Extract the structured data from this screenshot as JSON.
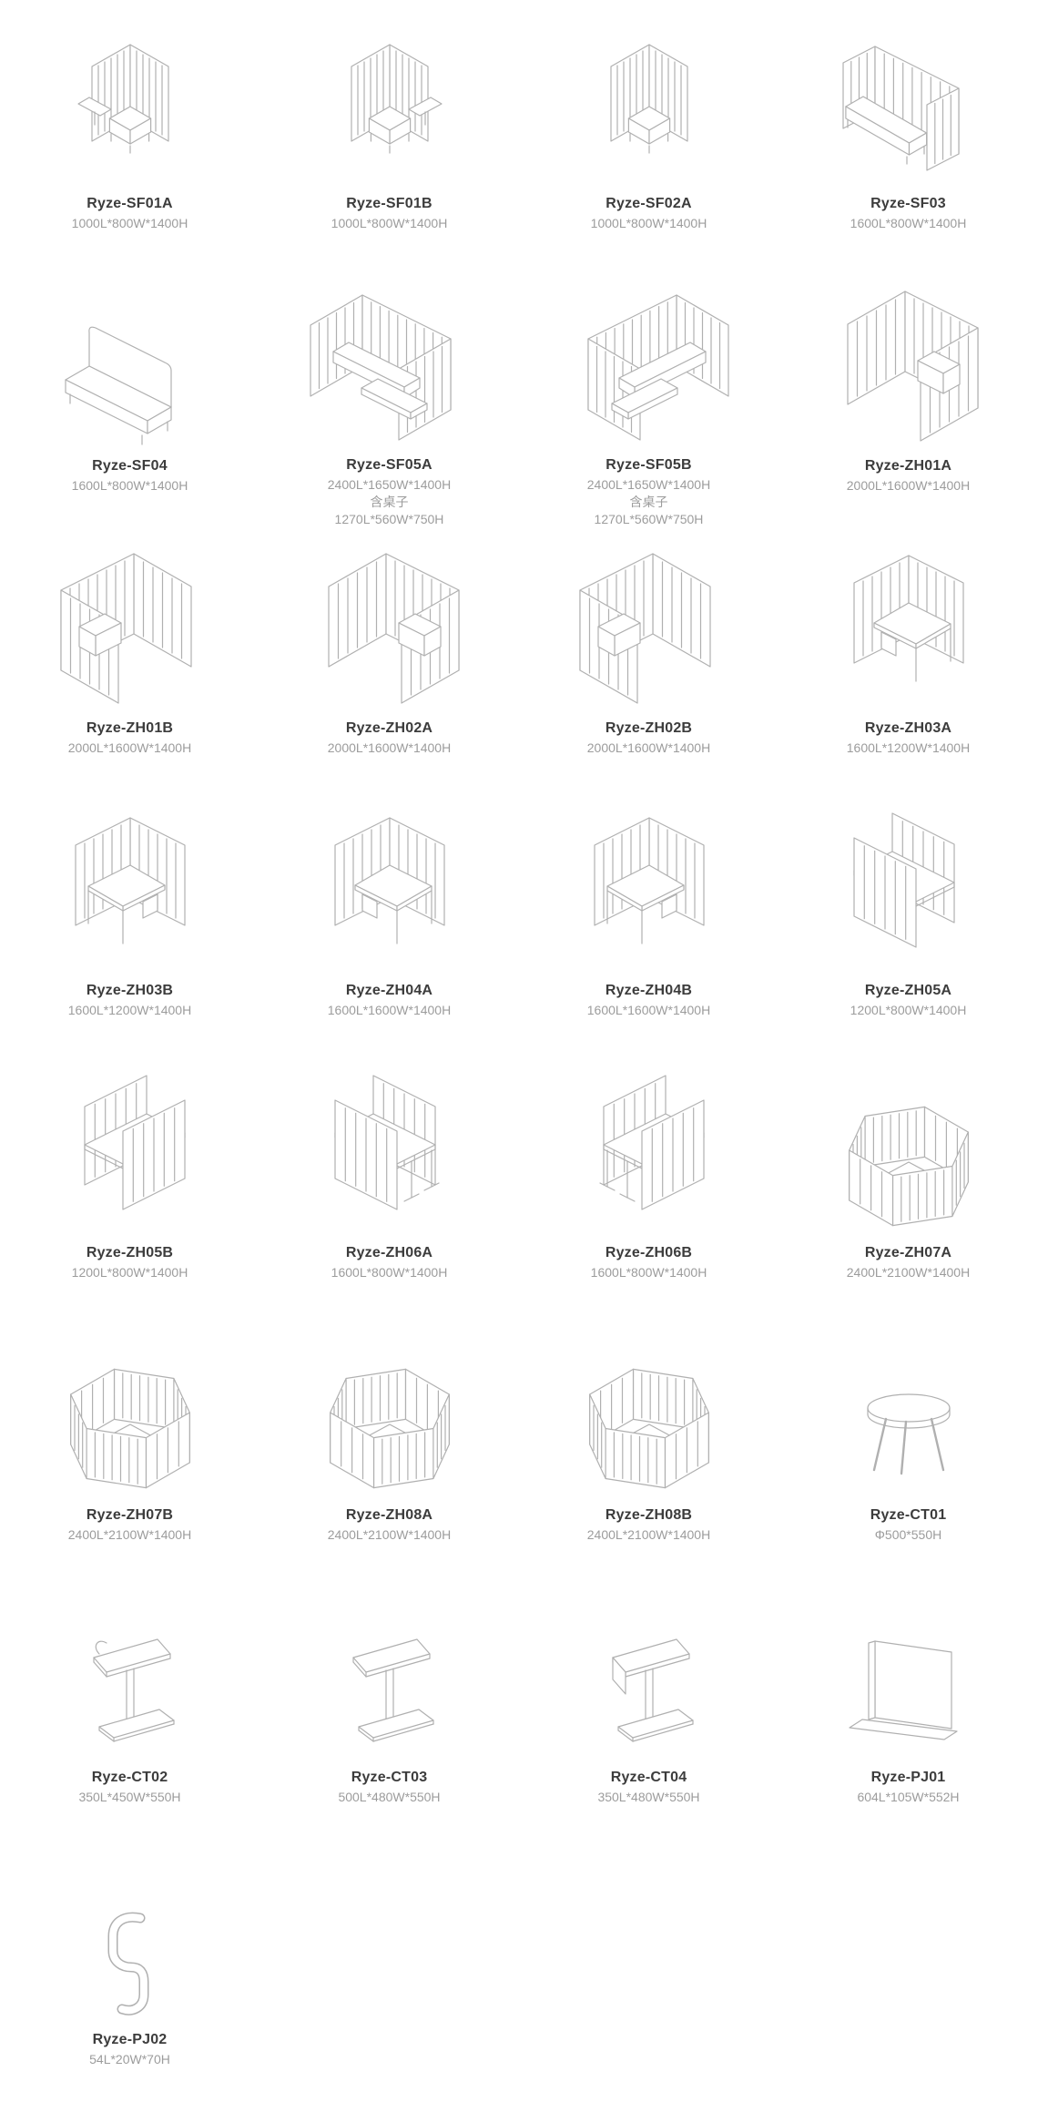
{
  "page": {
    "background": "#ffffff",
    "description": "Ryze furniture catalog grid of isometric line drawings with model codes and dimensions"
  },
  "colors": {
    "line": "#b0b0b0",
    "product_name": "#3c3c3c",
    "dimensions": "#9c9c9c"
  },
  "products": [
    {
      "name": "Ryze-SF01A",
      "dims": [
        "1000L*800W*1400H"
      ],
      "drawing": "pod-chair-icon",
      "mirrored": false
    },
    {
      "name": "Ryze-SF01B",
      "dims": [
        "1000L*800W*1400H"
      ],
      "drawing": "pod-chair-icon",
      "mirrored": true
    },
    {
      "name": "Ryze-SF02A",
      "dims": [
        "1000L*800W*1400H"
      ],
      "drawing": "pod-seat-icon",
      "mirrored": false
    },
    {
      "name": "Ryze-SF03",
      "dims": [
        "1600L*800W*1400H"
      ],
      "drawing": "pod-sofa-icon",
      "mirrored": false
    },
    {
      "name": "Ryze-SF04",
      "dims": [
        "1600L*800W*1400H"
      ],
      "drawing": "sofa-icon",
      "mirrored": false
    },
    {
      "name": "Ryze-SF05A",
      "dims": [
        "2400L*1650W*1400H",
        "含桌子",
        "1270L*560W*750H"
      ],
      "drawing": "booth-table-icon",
      "mirrored": false
    },
    {
      "name": "Ryze-SF05B",
      "dims": [
        "2400L*1650W*1400H",
        "含桌子",
        "1270L*560W*750H"
      ],
      "drawing": "booth-table-icon",
      "mirrored": true
    },
    {
      "name": "Ryze-ZH01A",
      "dims": [
        "2000L*1600W*1400H"
      ],
      "drawing": "enclosure-table-icon",
      "mirrored": false
    },
    {
      "name": "Ryze-ZH01B",
      "dims": [
        "2000L*1600W*1400H"
      ],
      "drawing": "enclosure-table-icon",
      "mirrored": true
    },
    {
      "name": "Ryze-ZH02A",
      "dims": [
        "2000L*1600W*1400H"
      ],
      "drawing": "enclosure-table-icon",
      "mirrored": false
    },
    {
      "name": "Ryze-ZH02B",
      "dims": [
        "2000L*1600W*1400H"
      ],
      "drawing": "enclosure-table-icon",
      "mirrored": true
    },
    {
      "name": "Ryze-ZH03A",
      "dims": [
        "1600L*1200W*1400H"
      ],
      "drawing": "corner-desk-icon",
      "mirrored": false
    },
    {
      "name": "Ryze-ZH03B",
      "dims": [
        "1600L*1200W*1400H"
      ],
      "drawing": "corner-desk-icon",
      "mirrored": true
    },
    {
      "name": "Ryze-ZH04A",
      "dims": [
        "1600L*1600W*1400H"
      ],
      "drawing": "corner-desk-icon",
      "mirrored": false
    },
    {
      "name": "Ryze-ZH04B",
      "dims": [
        "1600L*1600W*1400H"
      ],
      "drawing": "corner-desk-icon",
      "mirrored": true
    },
    {
      "name": "Ryze-ZH05A",
      "dims": [
        "1200L*800W*1400H"
      ],
      "drawing": "carrel-desk-icon",
      "mirrored": false
    },
    {
      "name": "Ryze-ZH05B",
      "dims": [
        "1200L*800W*1400H"
      ],
      "drawing": "carrel-desk-icon",
      "mirrored": true
    },
    {
      "name": "Ryze-ZH06A",
      "dims": [
        "1600L*800W*1400H"
      ],
      "drawing": "carrel-desk-legs-icon",
      "mirrored": false
    },
    {
      "name": "Ryze-ZH06B",
      "dims": [
        "1600L*800W*1400H"
      ],
      "drawing": "carrel-desk-legs-icon",
      "mirrored": true
    },
    {
      "name": "Ryze-ZH07A",
      "dims": [
        "2400L*2100W*1400H"
      ],
      "drawing": "hex-pod-icon",
      "mirrored": false
    },
    {
      "name": "Ryze-ZH07B",
      "dims": [
        "2400L*2100W*1400H"
      ],
      "drawing": "hex-pod-icon",
      "mirrored": true
    },
    {
      "name": "Ryze-ZH08A",
      "dims": [
        "2400L*2100W*1400H"
      ],
      "drawing": "hex-pod-icon",
      "mirrored": false
    },
    {
      "name": "Ryze-ZH08B",
      "dims": [
        "2400L*2100W*1400H"
      ],
      "drawing": "hex-pod-icon",
      "mirrored": true
    },
    {
      "name": "Ryze-CT01",
      "dims": [
        "Φ500*550H"
      ],
      "drawing": "round-table-icon",
      "mirrored": false
    },
    {
      "name": "Ryze-CT02",
      "dims": [
        "350L*450W*550H"
      ],
      "drawing": "side-table-handle-icon",
      "mirrored": false
    },
    {
      "name": "Ryze-CT03",
      "dims": [
        "500L*480W*550H"
      ],
      "drawing": "side-table-icon",
      "mirrored": false
    },
    {
      "name": "Ryze-CT04",
      "dims": [
        "350L*480W*550H"
      ],
      "drawing": "side-table-pocket-icon",
      "mirrored": false
    },
    {
      "name": "Ryze-PJ01",
      "dims": [
        "604L*105W*552H"
      ],
      "drawing": "screen-panel-icon",
      "mirrored": false
    },
    {
      "name": "Ryze-PJ02",
      "dims": [
        "54L*20W*70H"
      ],
      "drawing": "hook-icon",
      "mirrored": false
    }
  ]
}
